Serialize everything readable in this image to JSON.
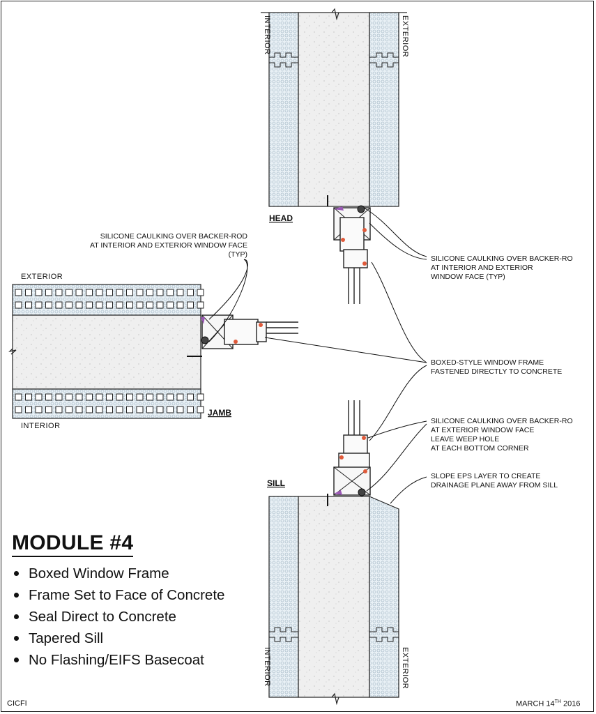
{
  "sections": {
    "head": "HEAD",
    "jamb": "JAMB",
    "sill": "SILL"
  },
  "orientation": {
    "interior": "INTERIOR",
    "exterior": "EXTERIOR"
  },
  "callouts": {
    "jamb_caulk": [
      "SILICONE CAULKING OVER BACKER-ROD",
      "AT INTERIOR AND EXTERIOR WINDOW FACE",
      "(TYP)"
    ],
    "head_caulk": [
      "SILICONE CAULKING OVER BACKER-RO",
      "AT INTERIOR AND EXTERIOR",
      "WINDOW FACE (TYP)"
    ],
    "frame": [
      "BOXED-STYLE WINDOW FRAME",
      "FASTENED DIRECTLY TO CONCRETE"
    ],
    "sill_caulk": [
      "SILICONE CAULKING OVER BACKER-RO",
      "AT EXTERIOR WINDOW FACE",
      "LEAVE WEEP HOLE",
      "AT EACH BOTTOM CORNER"
    ],
    "slope": [
      "SLOPE EPS LAYER TO CREATE",
      "DRAINAGE PLANE AWAY FROM SILL"
    ]
  },
  "module": {
    "title": "MODULE #4",
    "bullets": [
      "Boxed Window Frame",
      "Frame Set to Face of Concrete",
      "Seal Direct to Concrete",
      "Tapered Sill",
      "No Flashing/EIFS Basecoat"
    ]
  },
  "footer": {
    "left": "CICFI",
    "date_prefix": "MARCH 14",
    "date_sup": "TH",
    "date_year": " 2016"
  }
}
